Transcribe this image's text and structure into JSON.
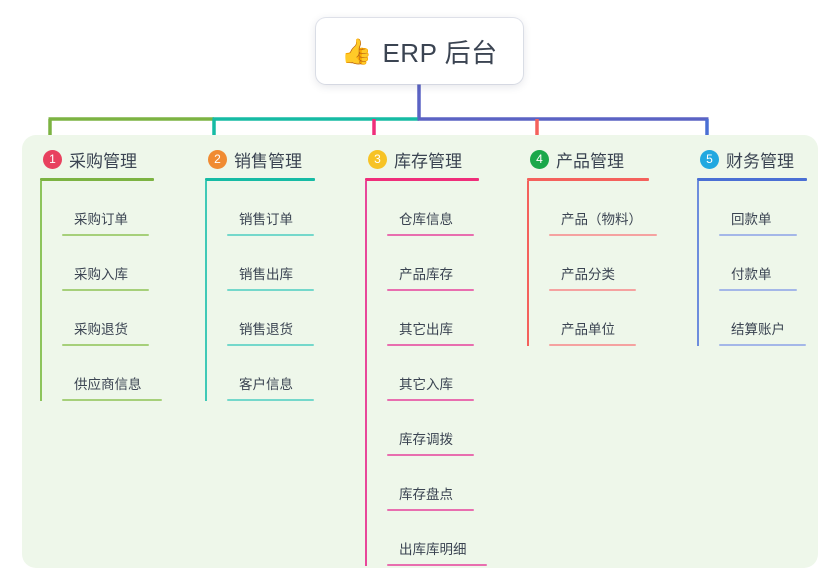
{
  "root": {
    "icon": "thumbs-up-icon",
    "emoji": "👍",
    "title": "ERP 后台"
  },
  "canvas": {
    "background": "#ffffff",
    "panel_background": "#eef7ea"
  },
  "connector_colors": {
    "stem": "#5b63c4",
    "bus_left": "#7cb342",
    "bus_mid": "#16bba4",
    "bus_right": "#5b63c4",
    "drop_1": "#7cb342",
    "drop_2": "#16bba4",
    "drop_3": "#ef2e7a",
    "drop_4": "#f4615c",
    "drop_5": "#4a6fd4"
  },
  "columns": [
    {
      "number": "1",
      "title": "采购管理",
      "badge_color": "#e8415f",
      "rule_color": "#7cb342",
      "line_color": "#8dc45c",
      "item_rule_color": "#a6d07a",
      "items": [
        {
          "label": "采购订单",
          "width": 87
        },
        {
          "label": "采购入库",
          "width": 87
        },
        {
          "label": "采购退货",
          "width": 87
        },
        {
          "label": "供应商信息",
          "width": 100
        }
      ]
    },
    {
      "number": "2",
      "title": "销售管理",
      "badge_color": "#f08b32",
      "rule_color": "#16bba4",
      "line_color": "#3fc9b6",
      "item_rule_color": "#74d8cb",
      "items": [
        {
          "label": "销售订单",
          "width": 87
        },
        {
          "label": "销售出库",
          "width": 87
        },
        {
          "label": "销售退货",
          "width": 87
        },
        {
          "label": "客户信息",
          "width": 87
        }
      ]
    },
    {
      "number": "3",
      "title": "库存管理",
      "badge_color": "#f7c325",
      "rule_color": "#ef2e7a",
      "line_color": "#e8479a",
      "item_rule_color": "#e86eaf",
      "items": [
        {
          "label": "仓库信息",
          "width": 87
        },
        {
          "label": "产品库存",
          "width": 87
        },
        {
          "label": "其它出库",
          "width": 87
        },
        {
          "label": "其它入库",
          "width": 87
        },
        {
          "label": "库存调拨",
          "width": 87
        },
        {
          "label": "库存盘点",
          "width": 87
        },
        {
          "label": "出库库明细",
          "width": 100
        }
      ]
    },
    {
      "number": "4",
      "title": "产品管理",
      "badge_color": "#1aa84a",
      "rule_color": "#f4615c",
      "line_color": "#f4615c",
      "item_rule_color": "#f5a2a0",
      "items": [
        {
          "label": "产品（物料）",
          "width": 108
        },
        {
          "label": "产品分类",
          "width": 87
        },
        {
          "label": "产品单位",
          "width": 87
        }
      ]
    },
    {
      "number": "5",
      "title": "财务管理",
      "badge_color": "#21a8e0",
      "rule_color": "#4a6fd4",
      "line_color": "#6d8ddd",
      "item_rule_color": "#a4b7e8",
      "items": [
        {
          "label": "回款单",
          "width": 78
        },
        {
          "label": "付款单",
          "width": 78
        },
        {
          "label": "结算账户",
          "width": 87
        }
      ]
    }
  ]
}
